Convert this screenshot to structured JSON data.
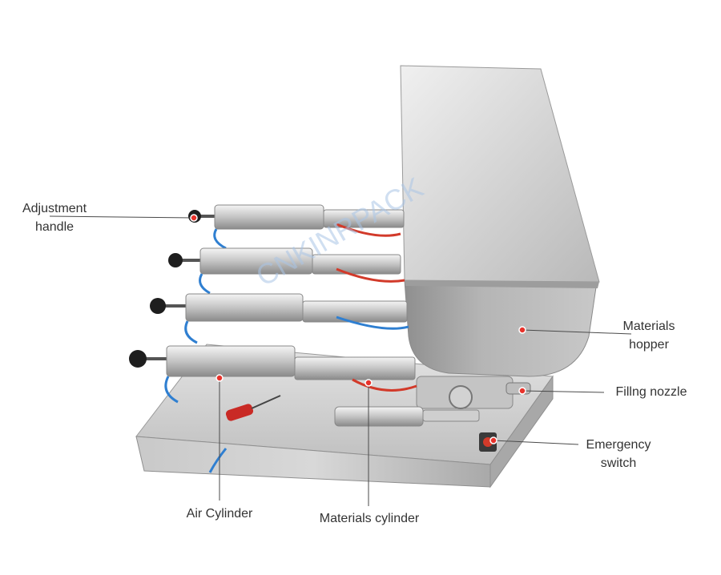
{
  "watermark": "CNKINRPACK",
  "colors": {
    "callout_dot": "#e8322b",
    "leader_line": "#4a4a4a",
    "label_text": "#333333",
    "steel_light": "#dcdcdc",
    "steel_mid": "#bdbdbd",
    "steel_dark": "#8e8e8e",
    "hose_blue": "#2f7fd1",
    "hose_red": "#d23a2a",
    "knob_black": "#1e1e1e",
    "watermark": "#a9c4e6"
  },
  "callouts": [
    {
      "id": "adjustment-handle",
      "lines": [
        "Adjustment",
        "handle"
      ]
    },
    {
      "id": "materials-hopper",
      "lines": [
        "Materials",
        "hopper"
      ]
    },
    {
      "id": "filling-nozzle",
      "lines": [
        "Fillng nozzle"
      ]
    },
    {
      "id": "emergency-switch",
      "lines": [
        "Emergency",
        "switch"
      ]
    },
    {
      "id": "air-cylinder",
      "lines": [
        "Air Cylinder"
      ]
    },
    {
      "id": "materials-cylinder",
      "lines": [
        "Materials cylinder"
      ]
    }
  ]
}
